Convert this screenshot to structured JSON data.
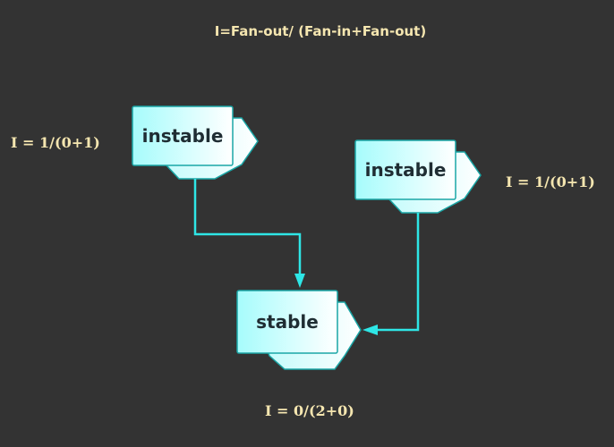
{
  "diagram": {
    "title": "I=Fan-out/  (Fan-in+Fan-out)",
    "nodes": [
      {
        "id": "instable-left",
        "label": "instable",
        "formula": "I = 1/(0+1)"
      },
      {
        "id": "instable-right",
        "label": "instable",
        "formula": "I = 1/(0+1)"
      },
      {
        "id": "stable",
        "label": "stable",
        "formula": "I = 0/(2+0)"
      }
    ],
    "edges": [
      {
        "from": "instable-left",
        "to": "stable"
      },
      {
        "from": "instable-right",
        "to": "stable"
      }
    ],
    "colors": {
      "background": "#333333",
      "connector": "#2ee6e6",
      "box_border": "#1aa6a6",
      "box_fill_start": "#a6fcfc",
      "box_fill_end": "#ffffff",
      "formula_text": "#f5e6b0"
    }
  }
}
